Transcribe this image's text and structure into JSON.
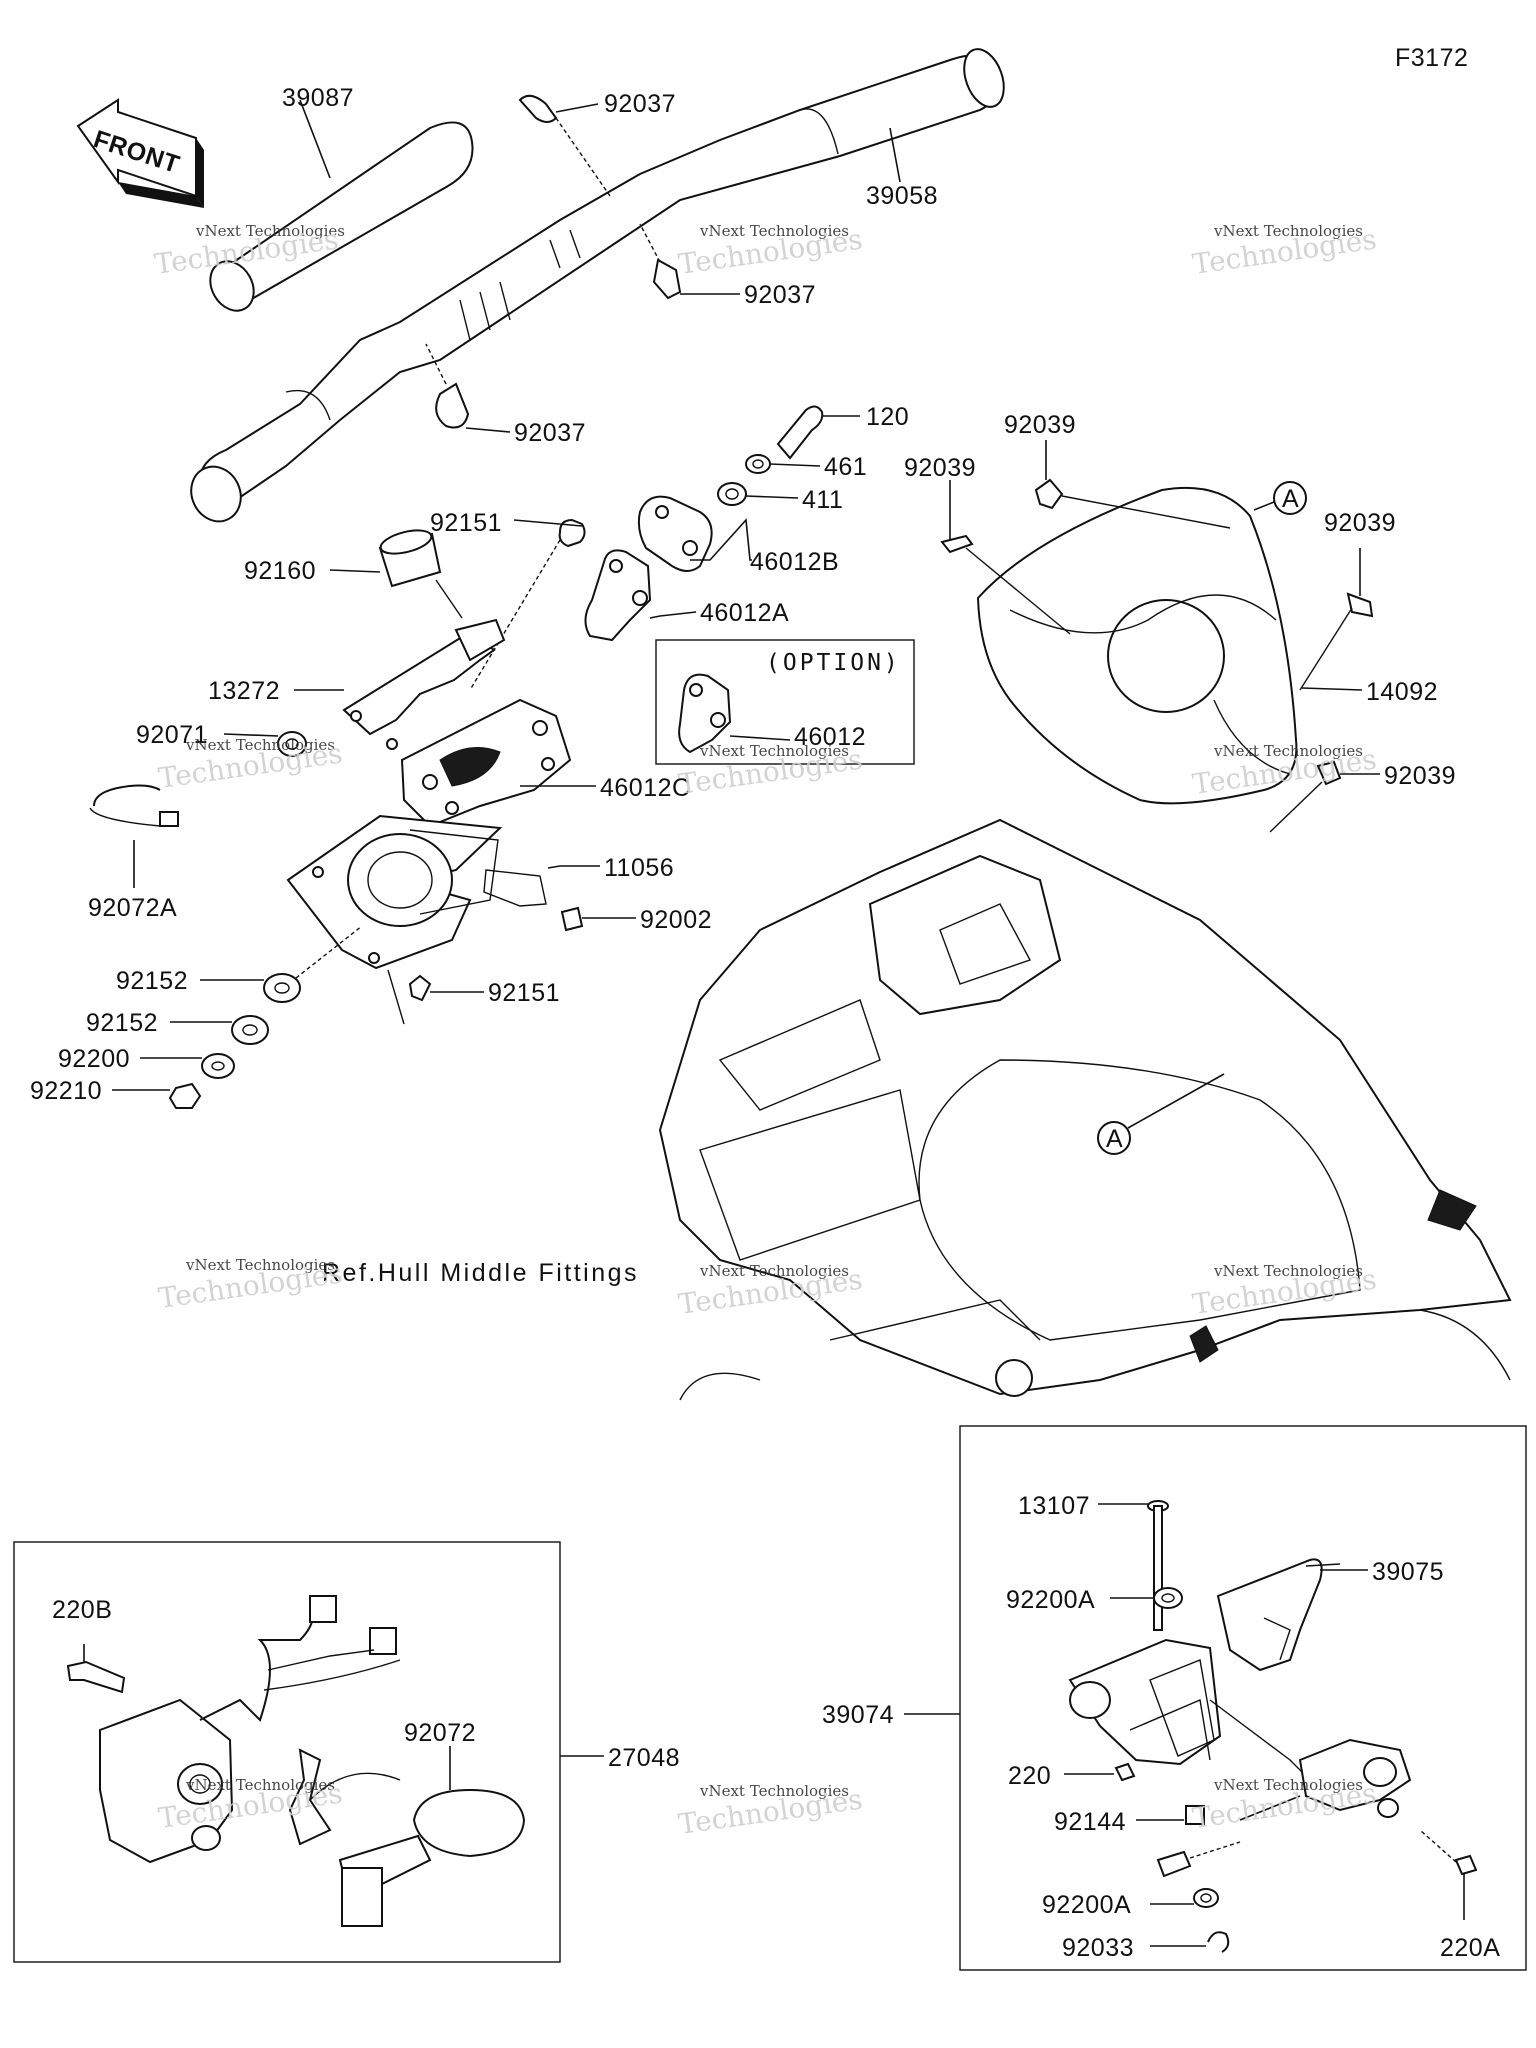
{
  "figure_code": "F3172",
  "front_label": "FRONT",
  "option_label": "(OPTION)",
  "reference_note": "Ref.Hull Middle Fittings",
  "callout_letter": "A",
  "watermark": {
    "line1": "vNext Technologies",
    "line2": "Technologies"
  },
  "parts": {
    "p39087": "39087",
    "p92037_top": "92037",
    "p39058": "39058",
    "p92037_mid": "92037",
    "p92037_low": "92037",
    "p120": "120",
    "p461": "461",
    "p411": "411",
    "p46012B": "46012B",
    "p46012A": "46012A",
    "p46012": "46012",
    "p92151_top": "92151",
    "p92160": "92160",
    "p13272": "13272",
    "p92071": "92071",
    "p46012C": "46012C",
    "p11056": "11056",
    "p92002": "92002",
    "p92072A": "92072A",
    "p92152_a": "92152",
    "p92151_low": "92151",
    "p92152_b": "92152",
    "p92200": "92200",
    "p92210": "92210",
    "p92039_a": "92039",
    "p92039_b": "92039",
    "p92039_c": "92039",
    "p14092": "14092",
    "p92039_d": "92039",
    "p220B": "220B",
    "p92072": "92072",
    "p27048": "27048",
    "p13107": "13107",
    "p39075": "39075",
    "p92200A_a": "92200A",
    "p39074": "39074",
    "p220": "220",
    "p92144": "92144",
    "p92200A_b": "92200A",
    "p92033": "92033",
    "p220A": "220A"
  }
}
